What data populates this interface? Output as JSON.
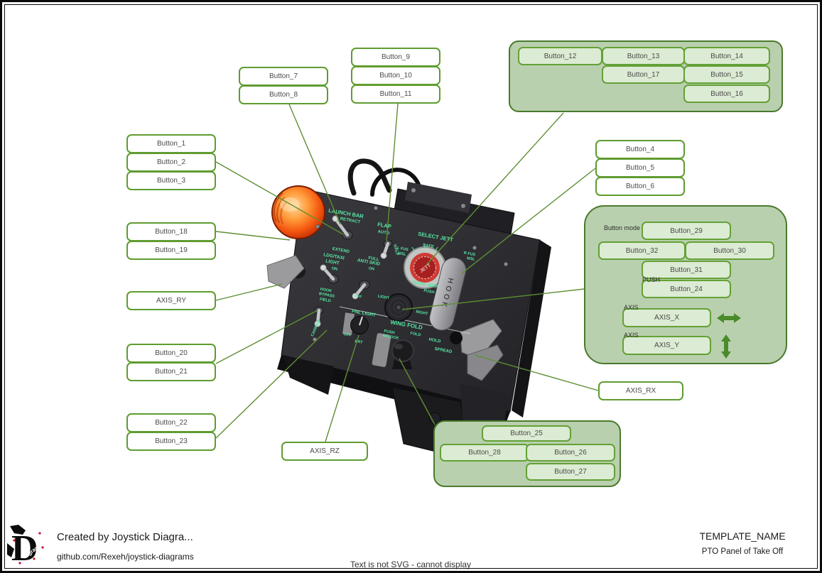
{
  "colors": {
    "button_border_green": "#5e9c30",
    "group_fill_green": "#b9d0ae",
    "group_border_green": "#4a7a2c",
    "inner_button_fill": "#dcebd3",
    "leader_line_green": "#5f8f33",
    "panel_label_mint": "#58e7a4",
    "beacon_red": "#f4550f",
    "jett_red": "#a6201f"
  },
  "boxes": {
    "button_1": "Button_1",
    "button_2": "Button_2",
    "button_3": "Button_3",
    "button_4": "Button_4",
    "button_5": "Button_5",
    "button_6": "Button_6",
    "button_7": "Button_7",
    "button_8": "Button_8",
    "button_9": "Button_9",
    "button_10": "Button_10",
    "button_11": "Button_11",
    "button_12": "Button_12",
    "button_13": "Button_13",
    "button_14": "Button_14",
    "button_15": "Button_15",
    "button_16": "Button_16",
    "button_17": "Button_17",
    "button_18": "Button_18",
    "button_19": "Button_19",
    "button_20": "Button_20",
    "button_21": "Button_21",
    "button_22": "Button_22",
    "button_23": "Button_23",
    "button_24": "Button_24",
    "button_25": "Button_25",
    "button_26": "Button_26",
    "button_27": "Button_27",
    "button_28": "Button_28",
    "button_29": "Button_29",
    "button_30": "Button_30",
    "button_31": "Button_31",
    "button_32": "Button_32",
    "axis_x": "AXIS_X",
    "axis_y": "AXIS_Y",
    "axis_rx": "AXIS_RX",
    "axis_ry": "AXIS_RY",
    "axis_rz": "AXIS_RZ"
  },
  "labels": {
    "button_mode": "Button mode",
    "push": "PUSH",
    "axis_x_tag": "AXIS",
    "axis_y_tag": "AXIS"
  },
  "footer": {
    "created_by": "Created by Joystick Diagra...",
    "github": "github.com/Rexeh/joystick-diagrams",
    "template_name": "TEMPLATE_NAME",
    "template_subtitle": "PTO Panel of Take Off",
    "svg_notice": "Text is not SVG - cannot display",
    "logo_letter": "D",
    "logo_word": "iagrams"
  },
  "device": {
    "launch_bar": "LAUNCH BAR",
    "retract": "RETRACT",
    "extend": "EXTEND",
    "flap": "FLAP",
    "auto": "AUTO",
    "half": "HALF",
    "full": "FULL",
    "select_jett": "SELECT JETT",
    "safe": "SAFE",
    "l_fus": "L FUS",
    "msl_left": "MSL",
    "r_fus": "R FUS",
    "msl_right": "MSL",
    "jett": "JETT",
    "ldg_taxi": "LDG/TAXI",
    "light": "LIGHT",
    "on_ldg": "ON",
    "anti_skid": "ANTI SKID",
    "on_skid": "ON",
    "off_skid": "OFF",
    "park_brk": "PARK BRK",
    "push": "PUSH",
    "hook": "HOOK",
    "hook_bypass_1": "HOOK",
    "hook_bypass_2": "BYPASS",
    "field": "FIELD",
    "carrier": "CARRIER",
    "pnl_light": "PNL LIGHT",
    "off_pnl": "OFF",
    "brt": "BRT",
    "light_frag": "LIGHT",
    "right_frag": "RIGHT",
    "wing_fold": "WING FOLD",
    "push_wf": "PUSH",
    "relock": "RELOCK",
    "fold": "FOLD",
    "hold": "HOLD",
    "spread": "SPREAD"
  }
}
